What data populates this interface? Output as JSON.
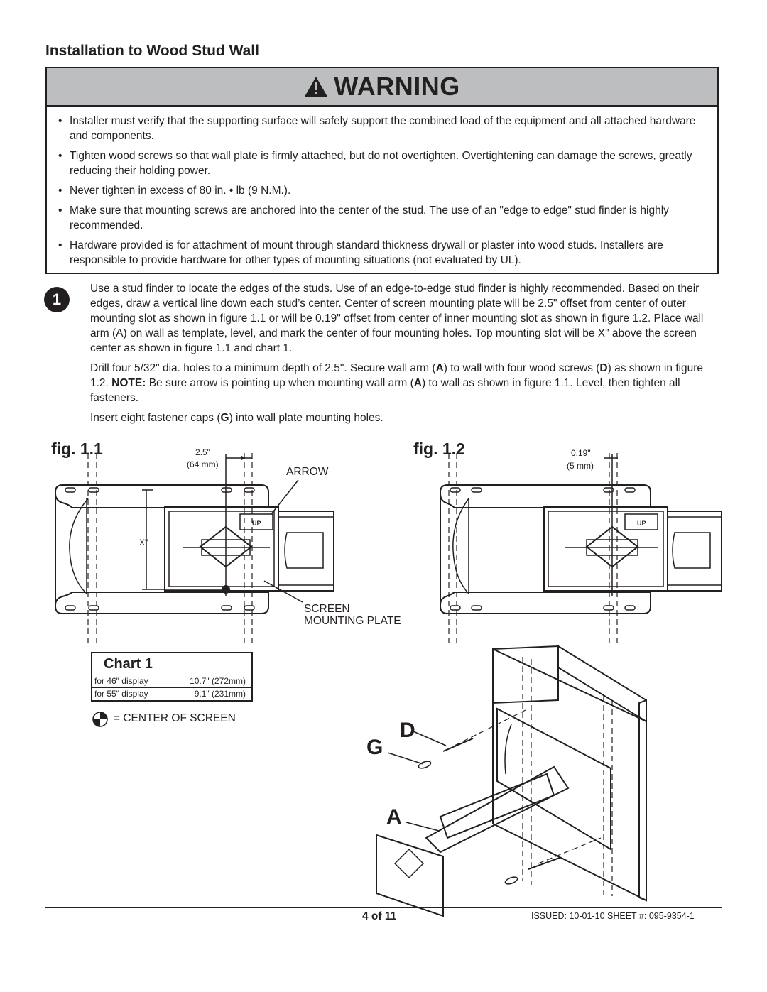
{
  "section_title": "Installation to Wood Stud Wall",
  "warning": {
    "title": "WARNING",
    "items": [
      "Installer must verify that the supporting surface will safely support the combined load of the equipment and all attached hardware and components.",
      "Tighten wood screws so that wall plate is firmly attached, but do not overtighten. Overtightening can damage the screws, greatly reducing their holding power.",
      "Never tighten in excess of 80 in. • lb (9 N.M.).",
      "Make sure that mounting screws are anchored into the center of the stud. The use of an \"edge to edge\" stud finder is highly recommended.",
      "Hardware provided is for attachment of mount through standard thickness drywall or plaster into wood studs. Installers are responsible to provide hardware for other types of mounting situations (not evaluated by UL)."
    ]
  },
  "step1": {
    "number": "1",
    "para1": "Use a stud finder to locate the edges of the studs. Use of an edge-to-edge stud finder is highly recommended. Based on their edges, draw a vertical line down each stud’s center. Center of screen mounting plate will be 2.5\" offset from center of outer mounting slot as shown in figure 1.1 or will be 0.19\" offset from center of inner mounting slot as shown in figure 1.2. Place wall arm (A) on wall as template, level, and mark the center of four mounting holes. Top mounting slot will be X\" above the screen center as shown in figure 1.1 and chart 1.",
    "para2_a": "Drill four 5/32\" dia. holes to a minimum depth of 2.5\". Secure wall arm (",
    "para2_b": "A",
    "para2_c": ") to wall with four wood screws (",
    "para2_d": "D",
    "para2_e": ") as shown in figure 1.2. ",
    "para2_note": "NOTE:",
    "para2_f": " Be sure arrow is pointing up when mounting wall arm (",
    "para2_g": "A",
    "para2_h": ") to wall as shown in figure 1.1. Level, then tighten all fasteners.",
    "para3_a": "Insert eight fastener caps (",
    "para3_b": "G",
    "para3_c": ") into wall plate mounting holes."
  },
  "fig11": {
    "label": "fig. 1.1",
    "dim_in": "2.5\"",
    "dim_mm": "(64 mm)",
    "arrow_label": "ARROW",
    "x_label": "X\"",
    "screen_label_1": "SCREEN",
    "screen_label_2": "MOUNTING PLATE",
    "up_label": "UP"
  },
  "fig12": {
    "label": "fig. 1.2",
    "dim_in": "0.19\"",
    "dim_mm": "(5 mm)",
    "up_label": "UP"
  },
  "chart1": {
    "title": "Chart 1",
    "rows": [
      {
        "display": "for 46\" display",
        "value": "10.7\" (272mm)"
      },
      {
        "display": "for 55\" display",
        "value": "9.1\" (231mm)"
      }
    ]
  },
  "legend_center": "= CENTER OF SCREEN",
  "callouts": {
    "d": "D",
    "g": "G",
    "a": "A"
  },
  "footer": {
    "page": "4 of 11",
    "issued": "ISSUED: 10-01-10   SHEET #: 095-9354-1"
  }
}
